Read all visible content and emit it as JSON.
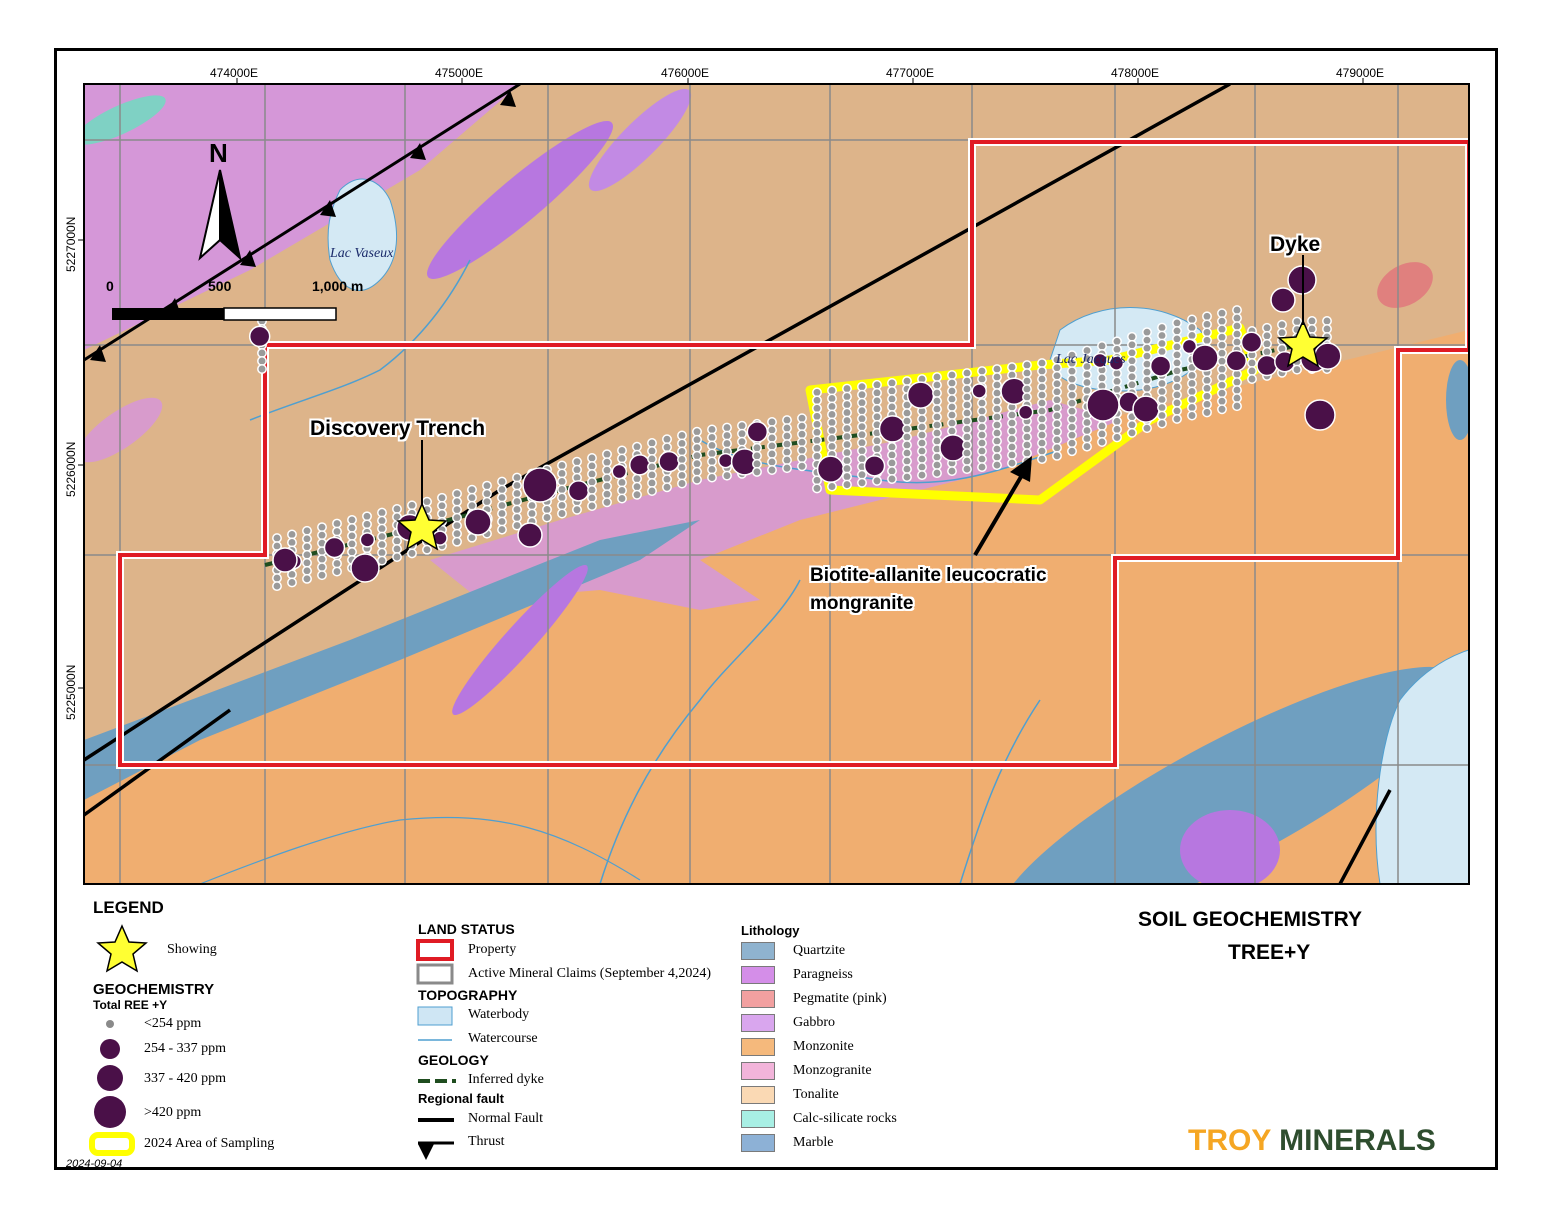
{
  "axes": {
    "x_ticks": [
      "474000E",
      "475000E",
      "476000E",
      "477000E",
      "478000E",
      "479000E"
    ],
    "y_ticks": [
      "5227000N",
      "5226000N",
      "5225000N"
    ]
  },
  "north": {
    "label": "N"
  },
  "scale_bar": {
    "labels": [
      "0",
      "500",
      "1,000 m"
    ]
  },
  "map_labels": {
    "discovery": "Discovery Trench",
    "dyke": "Dyke",
    "granite_line1": "Biotite-allanite leucocratic",
    "granite_line2": "mongranite",
    "lac_vaseux": "Lac Vaseux",
    "lac_jacques": "Lac Jacques"
  },
  "legend": {
    "title": "LEGEND",
    "showing": "Showing",
    "geochem_title": "GEOCHEMISTRY",
    "geochem_sub": "Total REE +Y",
    "geochem_classes": [
      "<254 ppm",
      "254 - 337 ppm",
      "337 - 420 ppm",
      ">420 ppm"
    ],
    "sampling_area": "2024 Area of Sampling"
  },
  "land_status": {
    "title": "LAND STATUS",
    "property": "Property",
    "claims": "Active Mineral Claims (September 4,2024)",
    "topo_title": "TOPOGRAPHY",
    "waterbody": "Waterbody",
    "watercourse": "Watercourse",
    "geology_title": "GEOLOGY",
    "inferred_dyke": "Inferred dyke",
    "fault_title": "Regional fault",
    "normal_fault": "Normal Fault",
    "thrust": "Thrust"
  },
  "lithology": {
    "title": "Lithology",
    "units": [
      {
        "name": "Quartzite",
        "color": "#8fb3cf"
      },
      {
        "name": "Paragneiss",
        "color": "#d48ee8"
      },
      {
        "name": "Pegmatite (pink)",
        "color": "#f2a0a0"
      },
      {
        "name": "Gabbro",
        "color": "#d9a6ee"
      },
      {
        "name": "Monzonite",
        "color": "#f5b97c"
      },
      {
        "name": "Monzogranite",
        "color": "#f2b4da"
      },
      {
        "name": "Tonalite",
        "color": "#fad9b4"
      },
      {
        "name": "Calc-silicate rocks",
        "color": "#a8efe4"
      },
      {
        "name": "Marble",
        "color": "#8db1d6"
      }
    ]
  },
  "map_title": {
    "line1": "SOIL GEOCHEMISTRY",
    "line2": "TREE+Y"
  },
  "brand": {
    "word1": "TROY",
    "word2": "MINERALS",
    "color1": "#f5a623",
    "color2": "#2e4d2e"
  },
  "date": "2024-09-04",
  "colors": {
    "property_outline": "#e01b24",
    "sampling_area": "#ffff00",
    "high_sample": "#4a1048",
    "low_sample": "#9a9a9a",
    "star": "#ffff33",
    "dyke": "#1f4d1f"
  }
}
